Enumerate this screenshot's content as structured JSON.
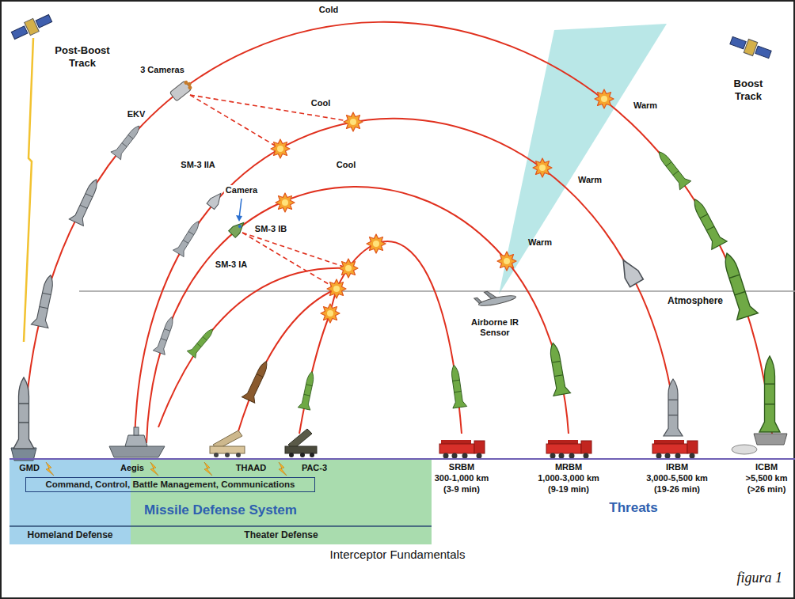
{
  "diagram": {
    "caption": "Interceptor Fundamentals",
    "nodes": [
      {
        "text": [
          "Missile Defense System"
        ]
      },
      {
        "text": [
          "Homeland Defense"
        ],
        "in": 0
      },
      {
        "text": [
          "Theater Defense"
        ],
        "in": 0
      },
      {
        "text": [
          "Command, Control, Battle Management, Communications"
        ],
        "in": 0
      }
    ],
    "labels": [
      "Post-Boost Track",
      "Cold",
      "3 Cameras",
      "EKV",
      "Cool",
      "SM-3 IIA",
      "Cool",
      "Camera",
      "SM-3 IB",
      "SM-3 IA",
      "Boost Track",
      "Warm",
      "Warm",
      "Warm",
      "Atmosphere",
      "Airborne IR Sensor",
      "GMD",
      "Aegis",
      "THAAD",
      "PAC-3",
      "SRBM",
      "300-1,000 km",
      "(3-9 min)",
      "MRBM",
      "1,000-3,000 km",
      "(9-19 min)",
      "IRBM",
      "3,000-5,500 km",
      "(19-26 min)",
      "ICBM",
      ">5,500 km",
      "(>26 min)",
      "Threats",
      "figura 1"
    ]
  }
}
